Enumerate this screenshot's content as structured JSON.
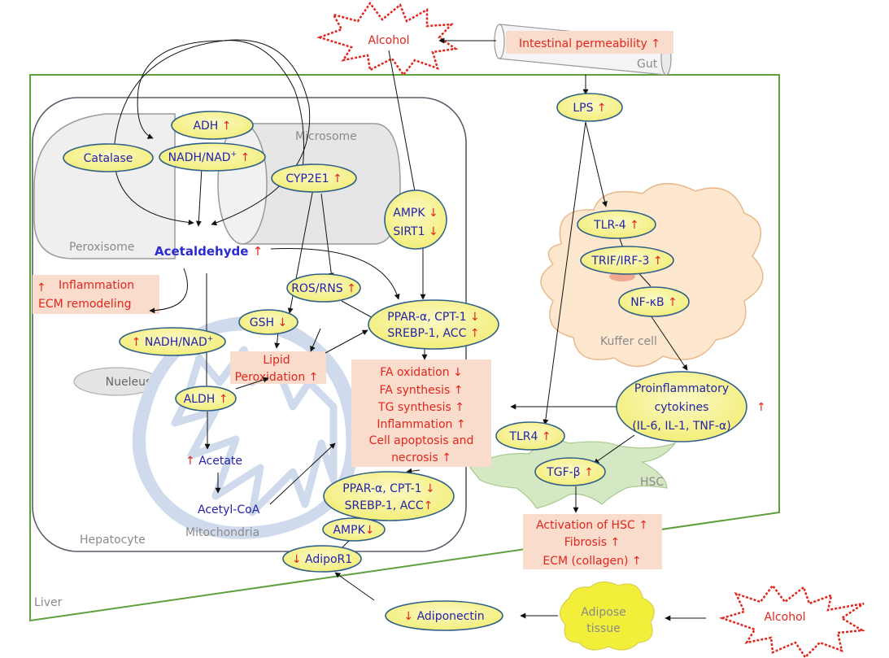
{
  "regions": {
    "liver": "Liver",
    "gut": "Gut",
    "hepatocyte": "Hepatocyte",
    "peroxisome": "Peroxisome",
    "microsome": "Microsome",
    "nucleus": "Nueleus",
    "mitochondria": "Mitochondria",
    "kupffer": "Kuffer cell",
    "hsc": "HSC",
    "adipose": [
      "Adipose",
      "tissue"
    ]
  },
  "alcohol_top": "Alcohol",
  "alcohol_bottom": "Alcohol",
  "up": "↑",
  "down": "↓",
  "nodes": {
    "adh": "ADH",
    "catalase": "Catalase",
    "nadh_top": "NADH/NAD",
    "plus": "+",
    "cyp2e1": "CYP2E1",
    "acetaldehyde": "Acetaldehyde",
    "ampk_top": "AMPK",
    "sirt1": "SIRT1",
    "ros": "ROS/RNS",
    "gsh": "GSH",
    "ppar_top": "PPAR-α, CPT-1",
    "srebp_top": "SREBP-1, ACC",
    "nadh_mid": "NADH/NAD",
    "aldh": "ALDH",
    "acetate": "Acetate",
    "acetyl_coa": "Acetyl-CoA",
    "ppar_bot": "PPAR-α, CPT-1",
    "srebp_bot": "SREBP-1, ACC",
    "ampk_bot": "AMPK",
    "adipor1": "AdipoR1",
    "adiponectin": "Adiponectin",
    "lps": "LPS",
    "tlr4_kc": "TLR-4",
    "trif": "TRIF/IRF-3",
    "nfkb": "NF-κB",
    "cytokines": [
      "Proinflammatory",
      "cytokines",
      "(IL-6, IL-1, TNF-α)"
    ],
    "tlr4_hsc": "TLR4",
    "tgfb": "TGF-β"
  },
  "boxes": {
    "intestinal": "Intestinal permeability",
    "inflammation": [
      "Inflammation",
      "ECM remodeling"
    ],
    "lipid": [
      "Lipid",
      "Peroxidation"
    ],
    "fa_outcomes": [
      "FA oxidation",
      "FA synthesis",
      "TG synthesis",
      "Inflammation",
      "Cell apoptosis and",
      "necrosis"
    ],
    "fibrosis": [
      "Activation of HSC",
      "Fibrosis",
      "ECM (collagen)"
    ]
  },
  "colors": {
    "node_fill": "#f6f28e",
    "node_stroke": "#2f5f8a",
    "text_blue": "#2323a8",
    "text_red": "#e0261e",
    "box_fill": "#f9dccc",
    "liver_border": "#5fa03c",
    "kupffer_fill": "#fde7cf",
    "hsc_fill": "#d5e8c4",
    "mito_fill": "#cfdbec",
    "adipose_fill": "#f2ef3a"
  }
}
